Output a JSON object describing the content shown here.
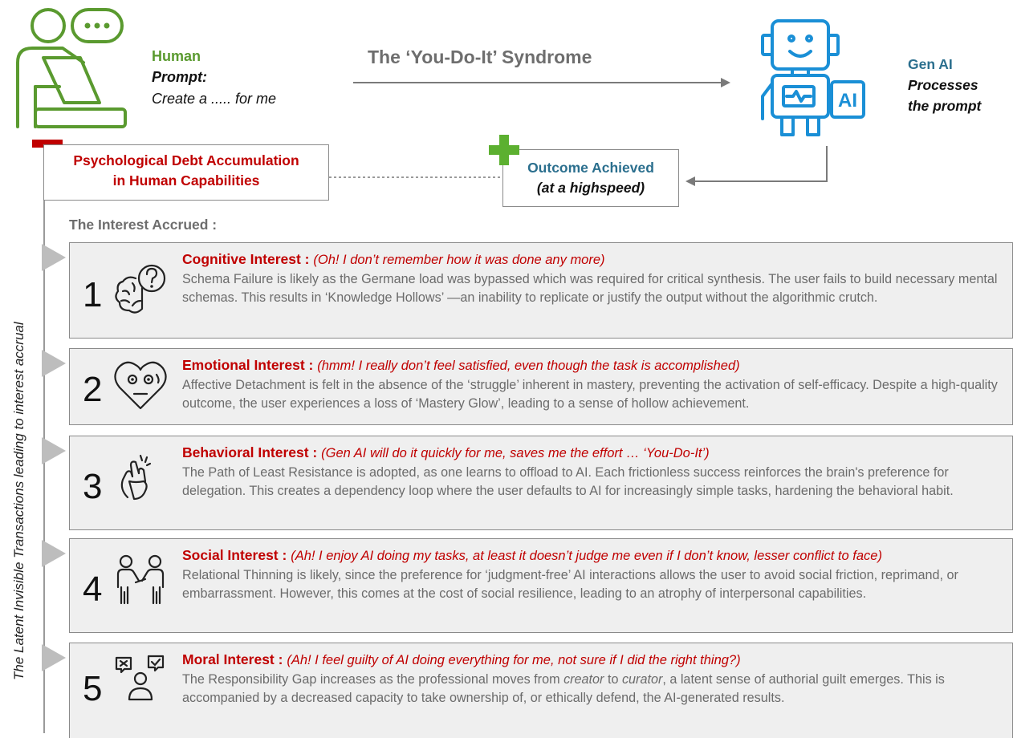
{
  "header": {
    "human_label": "Human",
    "prompt_label": "Prompt:",
    "prompt_text": "Create a ..... for me",
    "syndrome_title": "The ‘You-Do-It’ Syndrome",
    "genai_label": "Gen AI",
    "genai_line2": "Processes",
    "genai_line3": "the prompt",
    "ai_badge": "AI"
  },
  "debt_box": {
    "line1": "Psychological Debt Accumulation",
    "line2": "in Human Capabilities"
  },
  "outcome_box": {
    "line1": "Outcome Achieved",
    "line2": "(at a highspeed)"
  },
  "side_label": "The Latent Invisible Transactions leading to interest accrual",
  "interest_heading": "The Interest Accrued :",
  "cards": [
    {
      "number": "1",
      "title": "Cognitive Interest :",
      "quote": "(Oh! I don’t remember how it was done any more)",
      "body": "Schema Failure is likely as the Germane load was bypassed which was required for critical synthesis. The user fails to build necessary mental schemas. This results in ‘Knowledge Hollows’ —an inability to replicate or justify the output without the algorithmic crutch."
    },
    {
      "number": "2",
      "title": "Emotional Interest :",
      "quote": "(hmm! I really don’t feel satisfied, even though the task is accomplished)",
      "body": "Affective Detachment is felt in the absence of the ‘struggle’ inherent in mastery, preventing the activation of self-efficacy. Despite a high-quality outcome, the user experiences a loss of ‘Mastery Glow’, leading to a sense of hollow achievement."
    },
    {
      "number": "3",
      "title": "Behavioral Interest :",
      "quote": "(Gen AI will do it quickly for me, saves me the effort … ‘You-Do-It’)",
      "body": "The Path of Least Resistance is adopted, as one learns to offload to AI. Each frictionless success reinforces the brain's preference for delegation. This creates a dependency loop where the user defaults to AI for increasingly simple tasks, hardening the behavioral habit."
    },
    {
      "number": "4",
      "title": "Social Interest :",
      "quote": "(Ah! I enjoy AI doing my tasks, at least it doesn’t judge me even if I don’t know, lesser conflict to face)",
      "body": "Relational Thinning is likely, since the preference for ‘judgment-free’ AI interactions allows the user to avoid social friction, reprimand, or embarrassment. However, this comes at the cost of social resilience, leading to an atrophy of interpersonal capabilities."
    },
    {
      "number": "5",
      "title": "Moral Interest :",
      "quote": "(Ah! I feel guilty of AI doing everything for me, not sure if I did the right thing?)",
      "body_a": "The Responsibility Gap increases as the professional moves from ",
      "body_em1": "creator",
      "body_b": " to ",
      "body_em2": "curator",
      "body_c": ", a latent sense of authorial guilt emerges. This is accompanied by a decreased capacity to take ownership of, or ethically defend, the AI-generated results."
    }
  ],
  "colors": {
    "human_green": "#5a9a2f",
    "ai_blue": "#1a8fd6",
    "accent_red": "#c00000",
    "outcome_blue": "#2b6f8e",
    "card_bg": "#efefef"
  }
}
